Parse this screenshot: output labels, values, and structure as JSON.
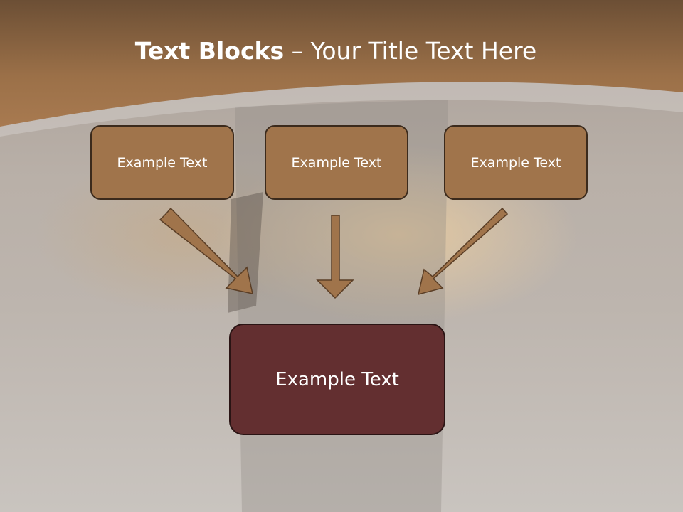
{
  "title": {
    "bold": "Text Blocks",
    "dash": " – ",
    "rest": "Your Title Text Here"
  },
  "boxes": {
    "top": [
      "Example Text",
      "Example Text",
      "Example Text"
    ],
    "bottom": "Example Text"
  },
  "colors": {
    "header": "#8c6440",
    "box_fill": "#a0744b",
    "bottom_fill": "#632f30",
    "arrow": "#a0744b"
  }
}
